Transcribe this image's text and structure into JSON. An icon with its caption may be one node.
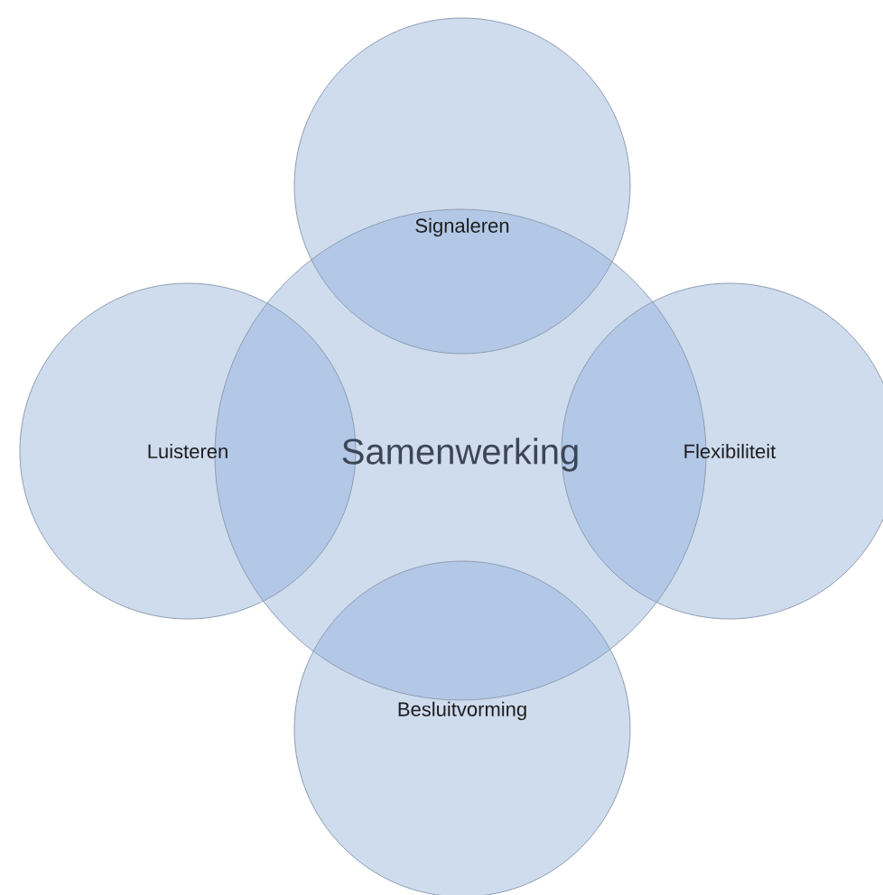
{
  "diagram": {
    "nodes": [
      {
        "text": [
          "Signaleren"
        ]
      },
      {
        "text": [
          "Luisteren"
        ]
      },
      {
        "text": [
          "Samenwerking"
        ]
      },
      {
        "text": [
          "Flexibiliteit"
        ]
      },
      {
        "text": [
          "Besluitvorming"
        ]
      }
    ]
  }
}
